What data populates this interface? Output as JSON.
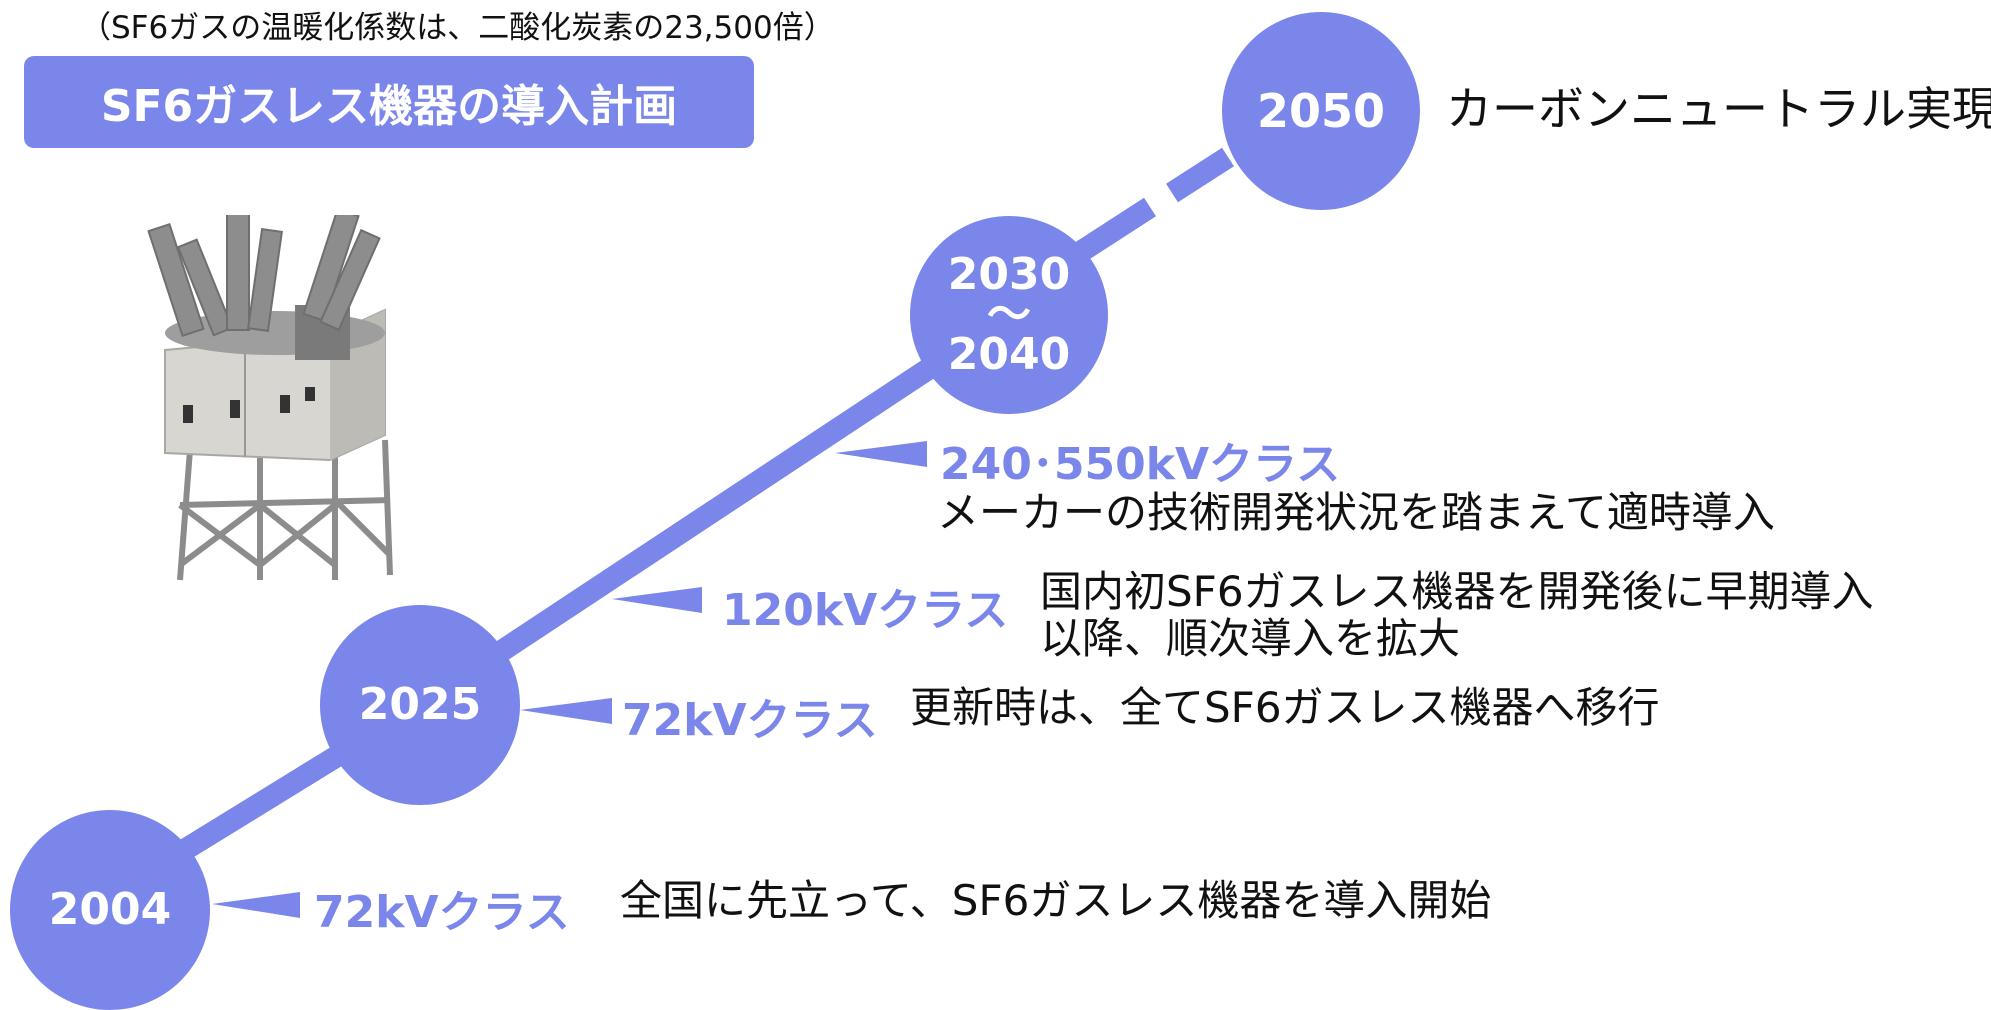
{
  "colors": {
    "accent": "#7b86ea",
    "text": "#111111",
    "white": "#ffffff"
  },
  "note": "（SF6ガスの温暖化係数は、二酸化炭素の23,500倍）",
  "title": "SF6ガスレス機器の導入計画",
  "milestones": [
    {
      "year": "2004"
    },
    {
      "year": "2025"
    },
    {
      "year_start": "2030",
      "separator": "〜",
      "year_end": "2040"
    },
    {
      "year": "2050"
    }
  ],
  "entries": [
    {
      "class": "72kVクラス",
      "desc": [
        "全国に先立って、SF6ガスレス機器を導入開始"
      ]
    },
    {
      "class": "72kVクラス",
      "desc": [
        "更新時は、全てSF6ガスレス機器へ移行"
      ]
    },
    {
      "class": "120kVクラス",
      "desc": [
        "国内初SF6ガスレス機器を開発後に早期導入",
        "以降、順次導入を拡大"
      ]
    },
    {
      "class": "240･550kVクラス",
      "desc": [
        "メーカーの技術開発状況を踏まえて適時導入"
      ]
    }
  ],
  "goal": "カーボンニュートラル実現",
  "illustration": "switchgear-equipment-photo"
}
